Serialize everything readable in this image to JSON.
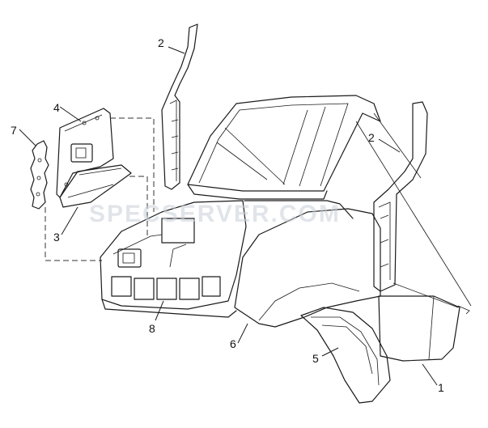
{
  "watermark": "SPECSERVER.COM",
  "callouts": [
    "1",
    "2",
    "2",
    "3",
    "4",
    "5",
    "6",
    "7",
    "8"
  ]
}
